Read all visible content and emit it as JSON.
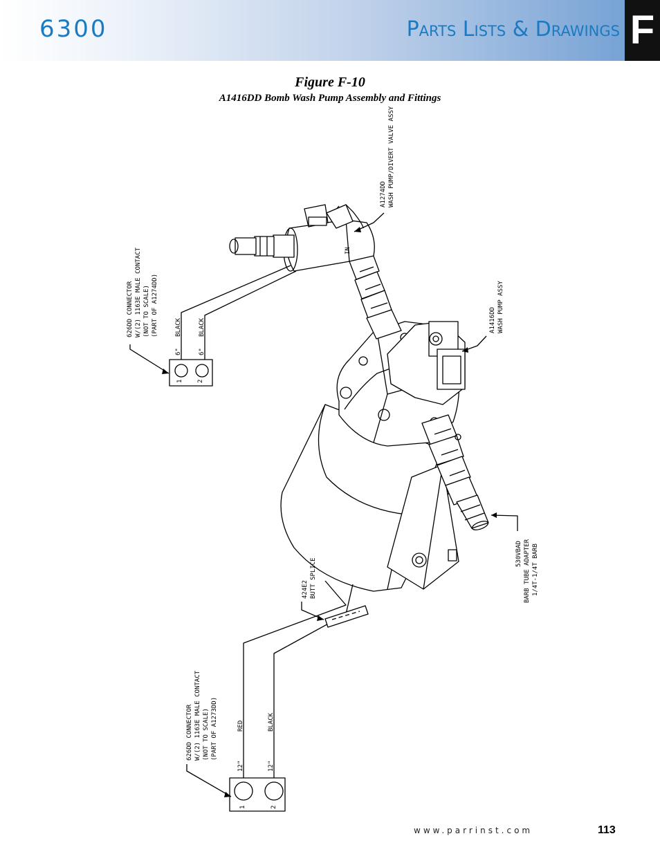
{
  "header": {
    "model": "6300",
    "section_title": "Parts Lists & Drawings",
    "tab_letter": "F"
  },
  "figure": {
    "title": "Figure F-10",
    "subtitle": "A1416DD Bomb Wash Pump Assembly and Fittings"
  },
  "callouts": {
    "valve_part": "A1274DD",
    "valve_desc": "WASH PUMP/DIVERT VALVE ASSY",
    "pump_part": "A1416DD",
    "pump_desc": "WASH PUMP ASSY",
    "adapter_part": "530VBAD",
    "adapter_desc1": "BARB TUBE ADAPTER",
    "adapter_desc2": "1/4T-1/4T BARB",
    "splice_part": "424E2",
    "splice_desc": "BUTT SPLICE",
    "valve_in_label": "IN"
  },
  "connector_top": {
    "line1": "626DD CONNECTOR",
    "line2": "W/(2) 1163E MALE CONTACT",
    "line3": "(NOT TO SCALE)",
    "line4": "(PART OF A1274DD)",
    "wire1_color": "BLACK",
    "wire2_color": "BLACK",
    "wire1_length": "6\"",
    "wire2_length": "6\"",
    "pin1": "1",
    "pin2": "2"
  },
  "connector_bottom": {
    "line1": "626DD CONNECTOR",
    "line2": "W/(2) 1163E MALE CONTACT",
    "line3": "(NOT TO SCALE)",
    "line4": "(PART OF A1273DD)",
    "wire1_color": "RED",
    "wire2_color": "BLACK",
    "wire1_length": "12\"",
    "wire2_length": "12\"",
    "pin1": "1",
    "pin2": "2"
  },
  "footer": {
    "url": "www.parrinst.com",
    "page": "113"
  },
  "colors": {
    "accent": "#1a7bc2",
    "tab_bg": "#111111"
  }
}
